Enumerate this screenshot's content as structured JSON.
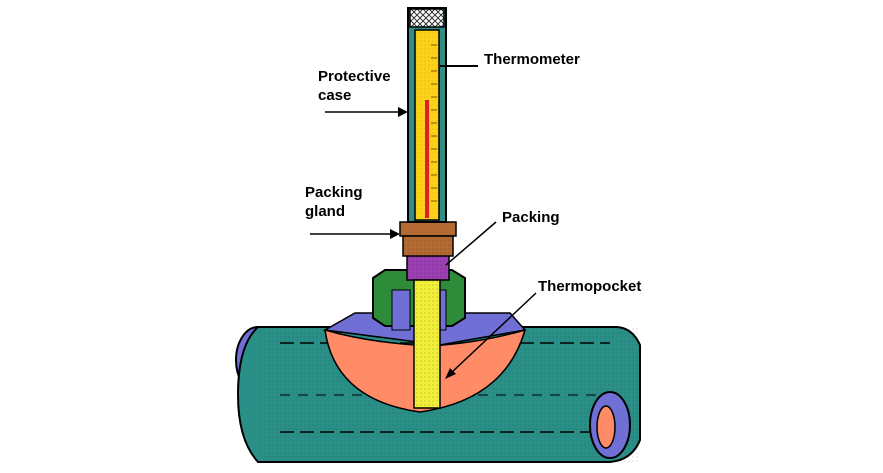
{
  "labels": {
    "thermometer": "Thermometer",
    "protective_case_line1": "Protective",
    "protective_case_line2": "case",
    "packing_gland_line1": "Packing",
    "packing_gland_line2": "gland",
    "packing": "Packing",
    "thermopocket": "Thermopocket"
  },
  "colors": {
    "pipe": "#2a8f87",
    "pipe_inner": "#1d6e68",
    "pipe_end": "#6f6fd6",
    "liquid": "#ff8c66",
    "case": "#2f8f86",
    "thermometer_fill": "#ffd21a",
    "mercury": "#e02020",
    "gland": "#b36b33",
    "packing": "#9b3fb3",
    "fitting": "#2e8b3a",
    "pocket": "#f2ef3a"
  }
}
